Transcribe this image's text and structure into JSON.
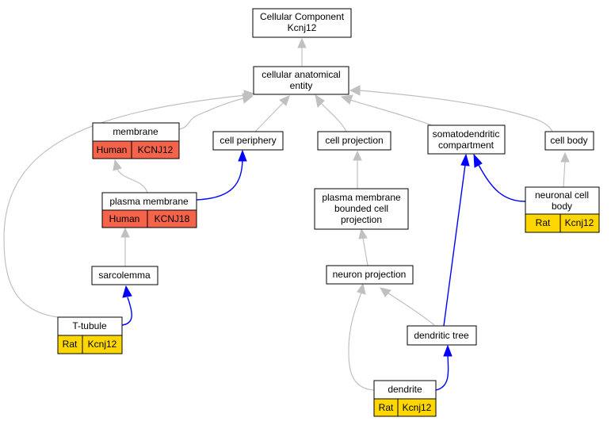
{
  "colors": {
    "human_tag": "#f4634a",
    "rat_tag": "#ffd700",
    "regulates_edge": "#0000ff",
    "is_a_edge": "#c0c0c0"
  },
  "nodes": {
    "cellular_component": {
      "lines": [
        "Cellular Component",
        "Kcnj12"
      ]
    },
    "cellular_anatomical_entity": {
      "lines": [
        "cellular anatomical",
        "entity"
      ]
    },
    "membrane": {
      "lines": [
        "membrane"
      ],
      "species": "Human",
      "gene": "KCNJ12"
    },
    "cell_periphery": {
      "lines": [
        "cell periphery"
      ]
    },
    "cell_projection": {
      "lines": [
        "cell projection"
      ]
    },
    "somatodendritic_compartment": {
      "lines": [
        "somatodendritic",
        "compartment"
      ]
    },
    "cell_body": {
      "lines": [
        "cell body"
      ]
    },
    "plasma_membrane": {
      "lines": [
        "plasma membrane"
      ],
      "species": "Human",
      "gene": "KCNJ18"
    },
    "plasma_membrane_bounded_cell_projection": {
      "lines": [
        "plasma membrane",
        "bounded cell",
        "projection"
      ]
    },
    "neuronal_cell_body": {
      "lines": [
        "neuronal cell",
        "body"
      ],
      "species": "Rat",
      "gene": "Kcnj12"
    },
    "sarcolemma": {
      "lines": [
        "sarcolemma"
      ]
    },
    "neuron_projection": {
      "lines": [
        "neuron projection"
      ]
    },
    "t_tubule": {
      "lines": [
        "T-tubule"
      ],
      "species": "Rat",
      "gene": "Kcnj12"
    },
    "dendritic_tree": {
      "lines": [
        "dendritic tree"
      ]
    },
    "dendrite": {
      "lines": [
        "dendrite"
      ],
      "species": "Rat",
      "gene": "Kcnj12"
    }
  }
}
